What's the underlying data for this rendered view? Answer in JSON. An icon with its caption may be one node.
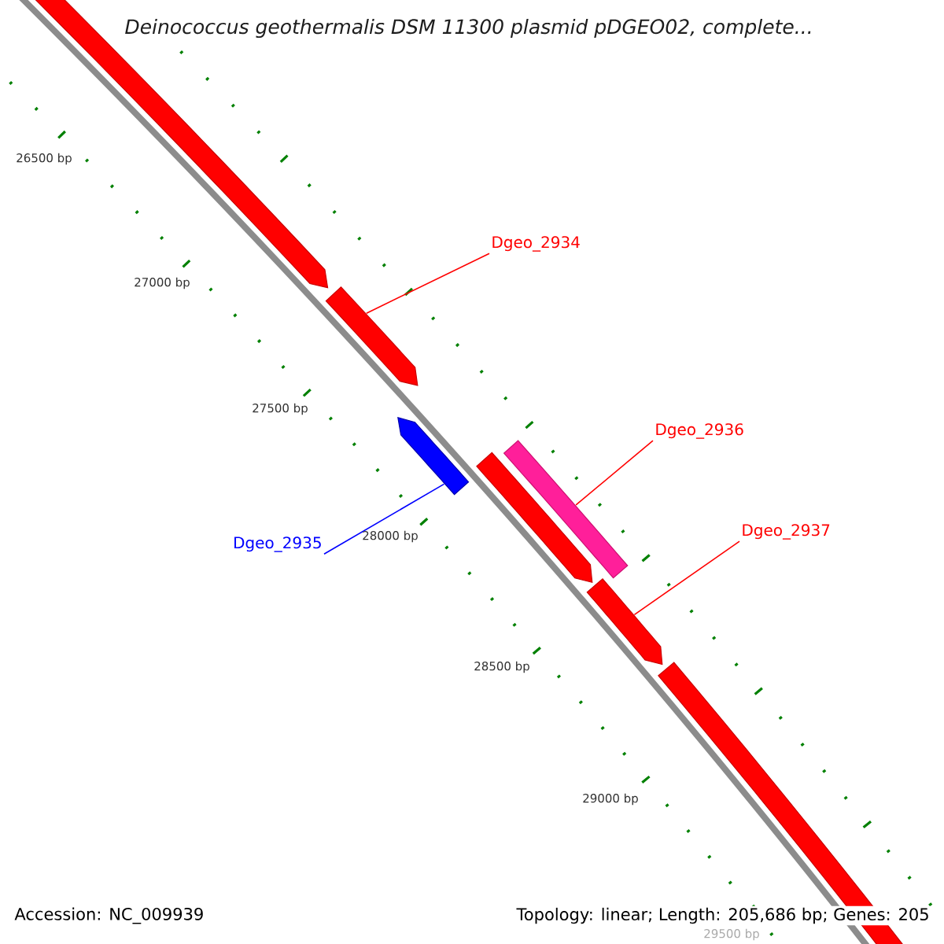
{
  "diagram": {
    "title": "Deinococcus geothermalis DSM 11300 plasmid pDGEO02, complete...",
    "nodes": [
      {
        "text": [
          "Dgeo_2934"
        ]
      },
      {
        "text": [],
        "shape": "arrow"
      },
      {
        "text": [
          "Dgeo_2935"
        ]
      },
      {
        "text": [],
        "shape": "arrow"
      },
      {
        "text": [
          "Dgeo_2936"
        ]
      },
      {
        "text": [],
        "shape": "bar"
      },
      {
        "text": [
          "Dgeo_2937"
        ]
      },
      {
        "text": [],
        "shape": "arrow"
      }
    ],
    "edges": [
      {
        "from": 0,
        "to": 1,
        "arrow": "none"
      },
      {
        "from": 2,
        "to": 3,
        "arrow": "none",
        "color": "#0000ff"
      },
      {
        "from": 4,
        "to": 5,
        "arrow": "none"
      },
      {
        "from": 6,
        "to": 7,
        "arrow": "none"
      }
    ],
    "labels": [
      "26500 bp",
      "27000 bp",
      "27500 bp",
      "28000 bp",
      "28500 bp",
      "29000 bp",
      "29500 bp",
      "Accession: NC_009939",
      "Topology: linear; Length: 205,686 bp; Genes: 205"
    ]
  }
}
